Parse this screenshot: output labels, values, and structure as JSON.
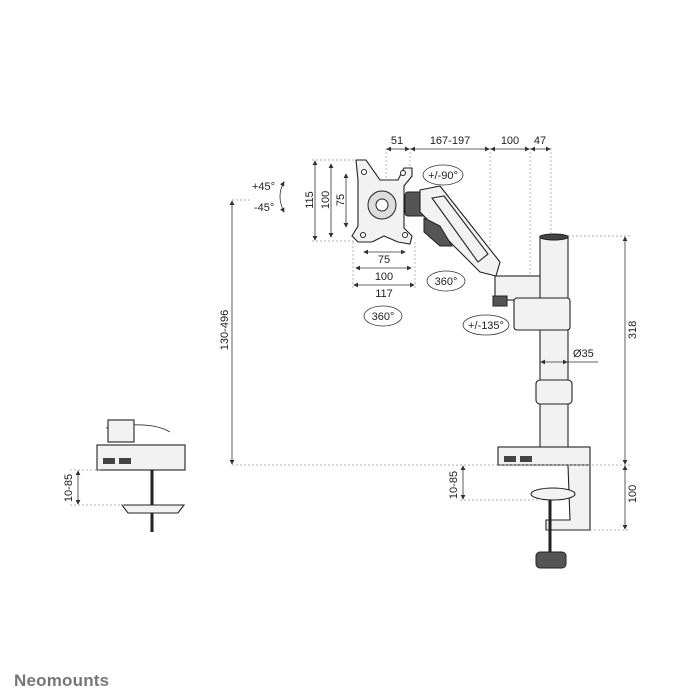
{
  "brand": {
    "logo": "Neomounts"
  },
  "dimensions": {
    "top": [
      "51",
      "167-197",
      "100",
      "47"
    ],
    "plate_vertical": [
      "115",
      "100",
      "75"
    ],
    "plate_horizontal": [
      "75",
      "100",
      "117"
    ],
    "height_range": "130-496",
    "pole_height": "318",
    "pole_diameter": "Ø35",
    "clamp_range_left": "10-85",
    "clamp_range_right": "10-85",
    "clamp_depth": "100"
  },
  "rotations": {
    "tilt_up": "+45°",
    "tilt_down": "-45°",
    "swivel": "+/-90°",
    "rotate_plate": "360°",
    "rotate_arm": "360°",
    "pan_arm": "+/-135°"
  }
}
